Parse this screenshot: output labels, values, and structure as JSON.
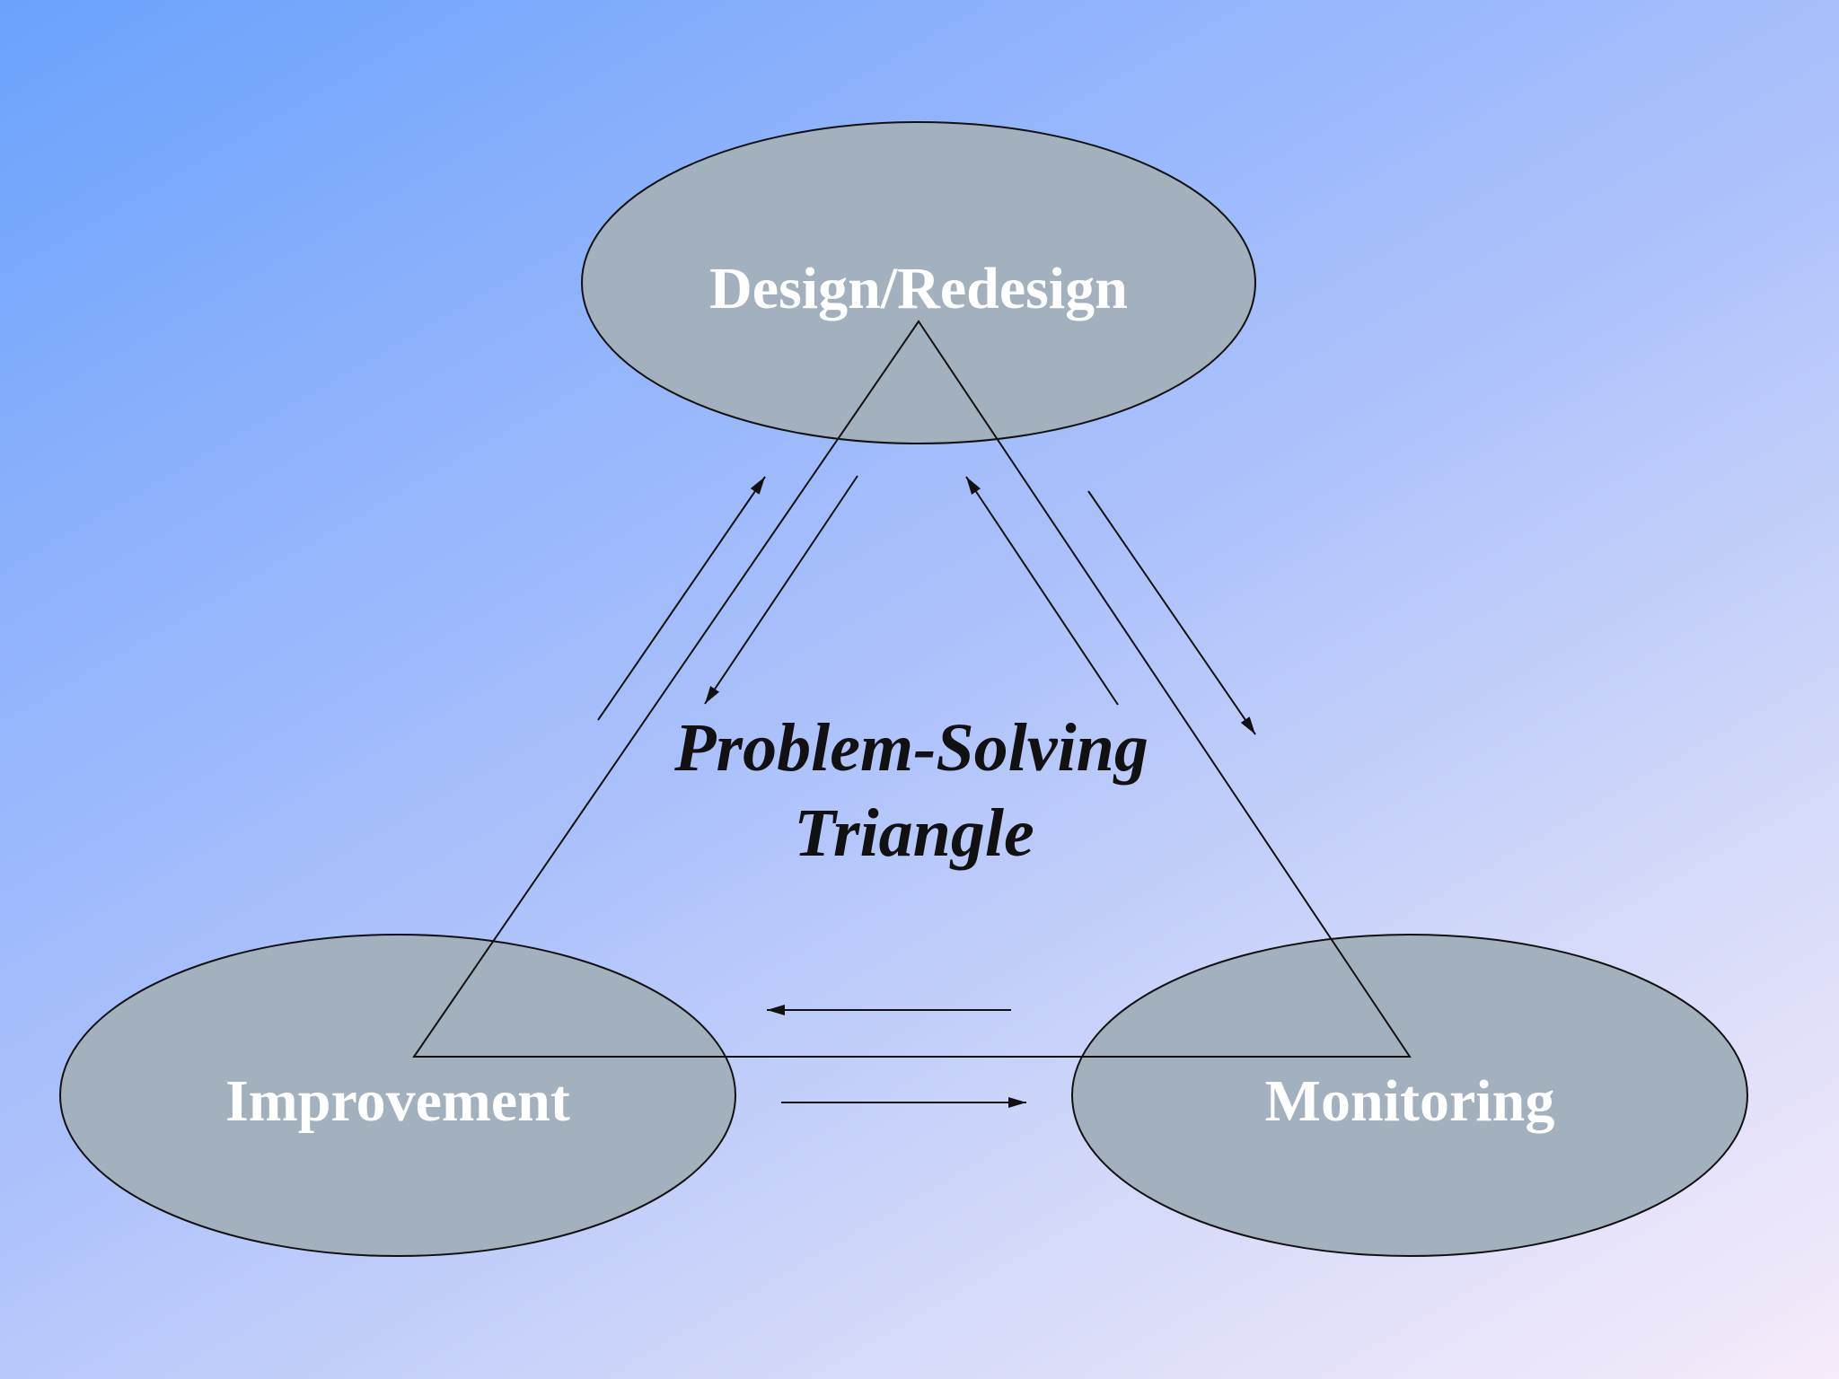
{
  "diagram": {
    "nodes": {
      "top": {
        "label": "Design/Redesign"
      },
      "bottom_left": {
        "label": "Improvement"
      },
      "bottom_right": {
        "label": "Monitoring"
      }
    },
    "center_title": {
      "line1": "Problem-Solving",
      "line2": "Triangle"
    },
    "colors": {
      "node_fill": "#a3b0be",
      "line": "#111111",
      "node_text": "#ffffff",
      "title_text": "#111111"
    }
  }
}
